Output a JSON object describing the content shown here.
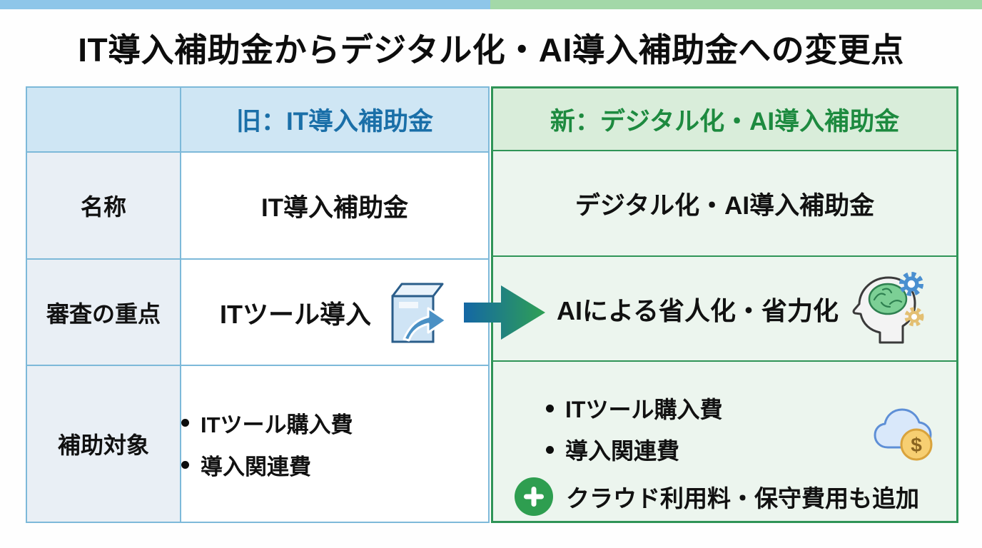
{
  "page": {
    "title": "IT導入補助金からデジタル化・AI導入補助金への変更点"
  },
  "colors": {
    "topbar_blue": "#8ec6e9",
    "topbar_green": "#a3d8a8",
    "old_accent": "#1a6fa8",
    "new_accent": "#1d8a3f",
    "old_border": "#7db9d9",
    "new_border": "#2f9457",
    "plus_badge_green": "#2e9e50"
  },
  "table": {
    "header": {
      "old": "旧：IT導入補助金",
      "new": "新：デジタル化・AI導入補助金"
    },
    "rows": {
      "name": {
        "label": "名称",
        "old": "IT導入補助金",
        "new": "デジタル化・AI導入補助金"
      },
      "focus": {
        "label": "審査の重点",
        "old": "ITツール導入",
        "new": "AIによる省人化・省力化"
      },
      "target": {
        "label": "補助対象",
        "old_items": [
          "ITツール購入費",
          "導入関連費"
        ],
        "new_items": [
          "ITツール購入費",
          "導入関連費"
        ],
        "new_added": "クラウド利用料・保守費用も追加"
      }
    }
  },
  "icons": {
    "software_box": "software-box-icon",
    "transition_arrow": "transition-arrow-icon",
    "ai_head": "head-brain-icon",
    "cloud_money": "cloud-money-icon",
    "plus": "plus-icon"
  }
}
